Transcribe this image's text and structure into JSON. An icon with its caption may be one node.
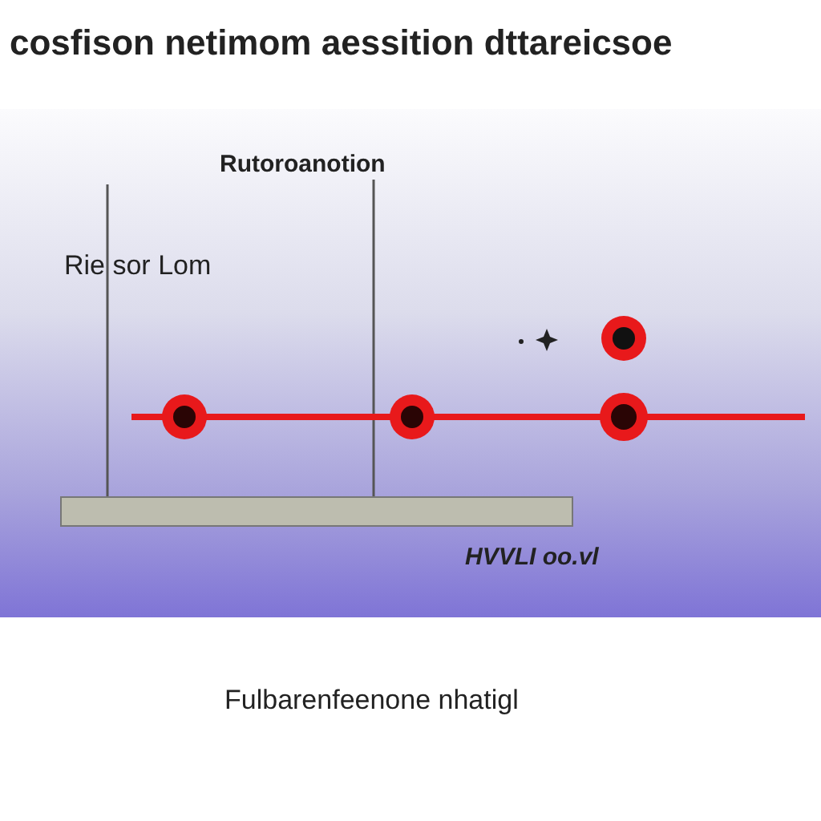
{
  "diagram": {
    "title": "cosfison netimom aessition dttareicsoe",
    "caption": "Fulbarenfeenone nhatigl",
    "labels": [
      "Rutoroanotion",
      "Rie sor Lom",
      "HVVLI oo.vl"
    ]
  }
}
